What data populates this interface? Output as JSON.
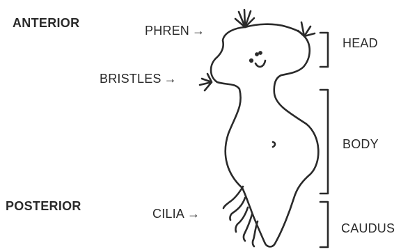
{
  "orientation": {
    "top": "ANTERIOR",
    "bottom": "POSTERIOR"
  },
  "callouts": {
    "phren": "PHREN",
    "bristles": "BRISTLES",
    "cilia": "CILIA",
    "arrow_glyph": "→"
  },
  "regions": {
    "head": "HEAD",
    "body": "BODY",
    "caudus": "CAUDUS"
  },
  "colors": {
    "ink": "#2a2a2a",
    "background": "#ffffff"
  }
}
